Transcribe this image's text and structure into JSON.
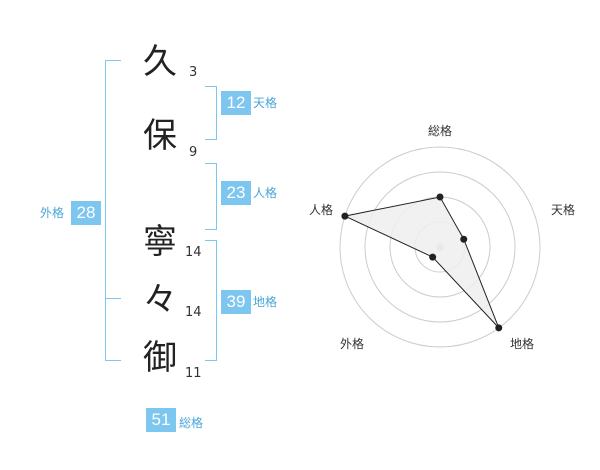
{
  "characters": [
    {
      "char": "久",
      "strokes": "3"
    },
    {
      "char": "保",
      "strokes": "9"
    },
    {
      "char": "寧",
      "strokes": "14"
    },
    {
      "char": "々",
      "strokes": "14"
    },
    {
      "char": "御",
      "strokes": "11"
    }
  ],
  "fortunes": {
    "tenkaku": {
      "value": "12",
      "label": "天格"
    },
    "jinkaku": {
      "value": "23",
      "label": "人格"
    },
    "chikaku": {
      "value": "39",
      "label": "地格"
    },
    "gaikaku": {
      "value": "28",
      "label": "外格"
    },
    "soukaku": {
      "value": "51",
      "label": "総格"
    }
  },
  "colors": {
    "accent": "#7cc6f0",
    "accent_text": "#4aa5d8",
    "polygon_fill": "#eeeeee",
    "ring": "#cccccc"
  },
  "chart_data": {
    "type": "radar",
    "axes": [
      "総格",
      "天格",
      "地格",
      "外格",
      "人格"
    ],
    "levels": 4,
    "values": [
      2,
      1,
      4,
      0.5,
      4
    ]
  }
}
